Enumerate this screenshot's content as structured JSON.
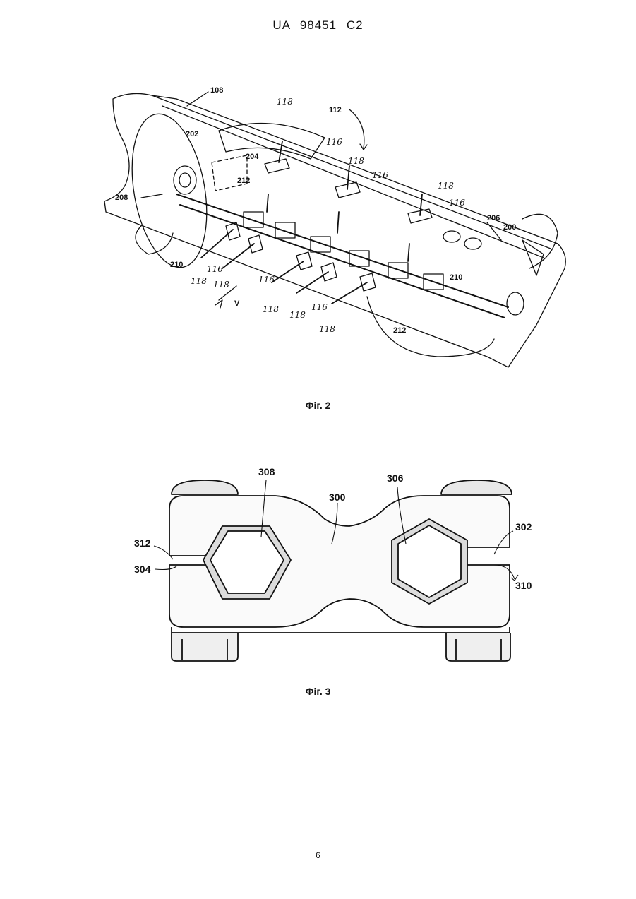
{
  "header": {
    "doc_id": "UA 98451 C2"
  },
  "fig2": {
    "caption": "Фіг. 2",
    "labels": {
      "l108": "108",
      "l112": "112",
      "l202": "202",
      "l204": "204",
      "l208": "208",
      "l212a": "212",
      "l212b": "212",
      "l210a": "210",
      "l210b": "210",
      "l206": "206",
      "l200": "200",
      "lV": "V",
      "l118a": "118",
      "l118b": "118",
      "l118c": "118",
      "l118d": "118",
      "l118e": "118",
      "l118f": "118",
      "l118g": "118",
      "l118h": "118",
      "l116a": "116",
      "l116b": "116",
      "l116c": "116",
      "l116d": "116",
      "l116e": "116",
      "l116f": "116"
    }
  },
  "fig3": {
    "caption": "Фіг. 3",
    "labels": {
      "l308": "308",
      "l300": "300",
      "l306": "306",
      "l302": "302",
      "l312": "312",
      "l304": "304",
      "l310": "310"
    }
  },
  "page_number": "6"
}
